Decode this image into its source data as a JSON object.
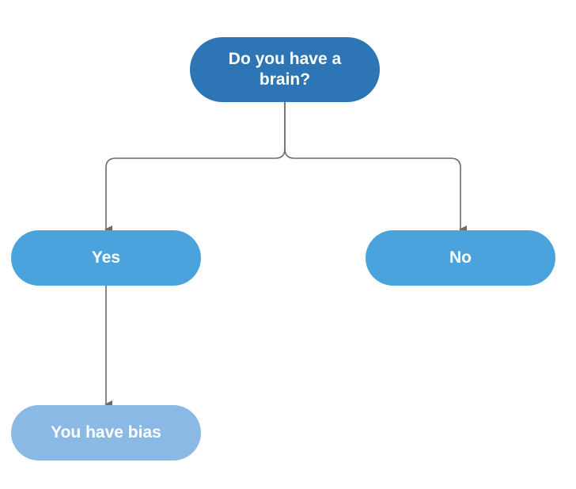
{
  "diagram": {
    "nodes": {
      "question": {
        "label": "Do you have a brain?"
      },
      "yes": {
        "label": "Yes"
      },
      "no": {
        "label": "No"
      },
      "bias": {
        "label": "You have bias"
      }
    },
    "connectors": [
      {
        "from": "question",
        "to": "yes"
      },
      {
        "from": "question",
        "to": "no"
      },
      {
        "from": "yes",
        "to": "bias"
      }
    ]
  },
  "colors": {
    "question_fill": "#2E75B6",
    "branch_fill": "#4BA3DD",
    "result_fill": "#8BB9E6",
    "connector": "#6B6B6B",
    "node_text": "#FFFFFF"
  }
}
